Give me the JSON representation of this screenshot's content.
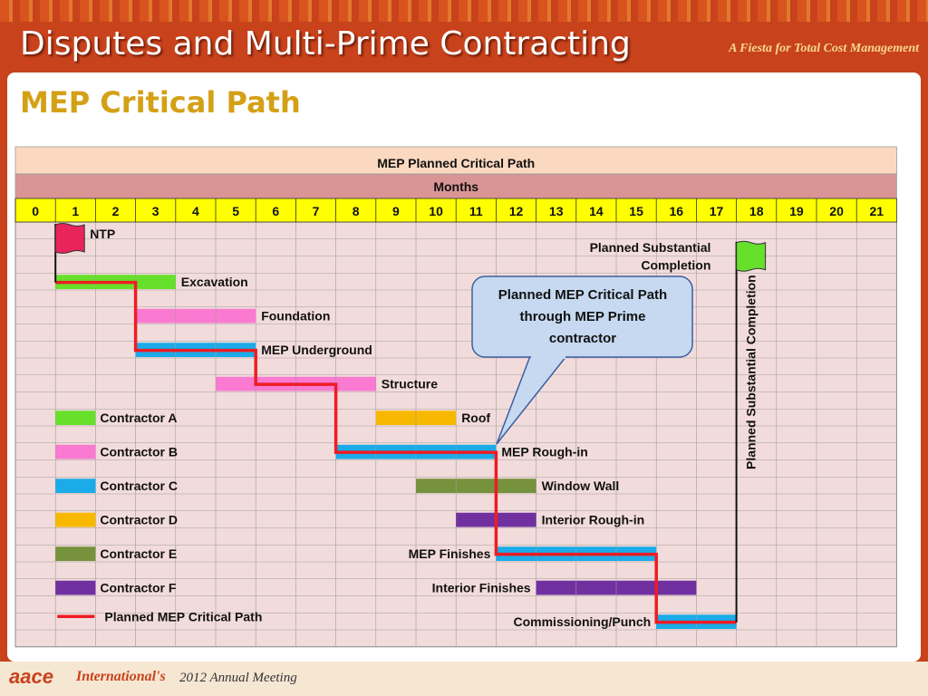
{
  "header": {
    "title": "Disputes and Multi-Prime Contracting",
    "tagline": "A Fiesta for Total Cost Management"
  },
  "slide": {
    "subtitle": "MEP Critical Path"
  },
  "chart_data": {
    "type": "gantt",
    "title": "MEP Planned Critical Path",
    "axis_label": "Months",
    "months": [
      "0",
      "1",
      "2",
      "3",
      "4",
      "5",
      "6",
      "7",
      "8",
      "9",
      "10",
      "11",
      "12",
      "13",
      "14",
      "15",
      "16",
      "17",
      "18",
      "19",
      "20",
      "21"
    ],
    "milestones": [
      {
        "name": "NTP",
        "month": 1,
        "color": "#e8245a"
      },
      {
        "name": "Planned Substantial Completion",
        "month": 18,
        "color": "#66e02a"
      }
    ],
    "tasks": [
      {
        "name": "Excavation",
        "row": 4,
        "start": 1,
        "end": 4,
        "color": "#66e02a"
      },
      {
        "name": "Foundation",
        "row": 6,
        "start": 3,
        "end": 6,
        "color": "#f97ad0"
      },
      {
        "name": "MEP Underground",
        "row": 8,
        "start": 3,
        "end": 6,
        "color": "#1aabe8"
      },
      {
        "name": "Structure",
        "row": 10,
        "start": 5,
        "end": 9,
        "color": "#f97ad0"
      },
      {
        "name": "Roof",
        "row": 12,
        "start": 9,
        "end": 11,
        "color": "#f9b800"
      },
      {
        "name": "MEP Rough-in",
        "row": 14,
        "start": 8,
        "end": 12,
        "color": "#1aabe8"
      },
      {
        "name": "Window Wall",
        "row": 16,
        "start": 10,
        "end": 13,
        "color": "#76923c"
      },
      {
        "name": "Interior Rough-in",
        "row": 18,
        "start": 11,
        "end": 13,
        "color": "#7030a0"
      },
      {
        "name": "MEP Finishes",
        "row": 20,
        "start": 12,
        "end": 16,
        "color": "#1aabe8"
      },
      {
        "name": "Interior Finishes",
        "row": 22,
        "start": 13,
        "end": 17,
        "color": "#7030a0"
      },
      {
        "name": "Commissioning/Punch",
        "row": 24,
        "start": 16,
        "end": 18,
        "color": "#1aabe8"
      }
    ],
    "critical_path": [
      [
        1,
        4
      ],
      [
        3,
        4
      ],
      [
        3,
        8
      ],
      [
        6,
        8
      ],
      [
        6,
        10
      ],
      [
        8,
        10
      ],
      [
        8,
        14
      ],
      [
        12,
        14
      ],
      [
        12,
        20
      ],
      [
        16,
        20
      ],
      [
        16,
        24
      ],
      [
        18,
        24
      ]
    ],
    "legend": [
      {
        "name": "Contractor A",
        "color": "#66e02a"
      },
      {
        "name": "Contractor B",
        "color": "#f97ad0"
      },
      {
        "name": "Contractor C",
        "color": "#1aabe8"
      },
      {
        "name": "Contractor D",
        "color": "#f9b800"
      },
      {
        "name": "Contractor E",
        "color": "#76923c"
      },
      {
        "name": "Contractor F",
        "color": "#7030a0"
      }
    ],
    "legend_line": {
      "name": "Planned MEP  Critical Path",
      "color": "#ee1c24"
    },
    "annotations": {
      "completion_label_line1": "Planned Substantial",
      "completion_label_line2": "Completion",
      "completion_vertical": "Planned Substantial Completion",
      "callout": [
        "Planned MEP Critical Path",
        "through MEP Prime",
        "contractor"
      ]
    }
  },
  "footer": {
    "logo": "aace",
    "org": "International's",
    "meeting": "2012 Annual Meeting"
  }
}
